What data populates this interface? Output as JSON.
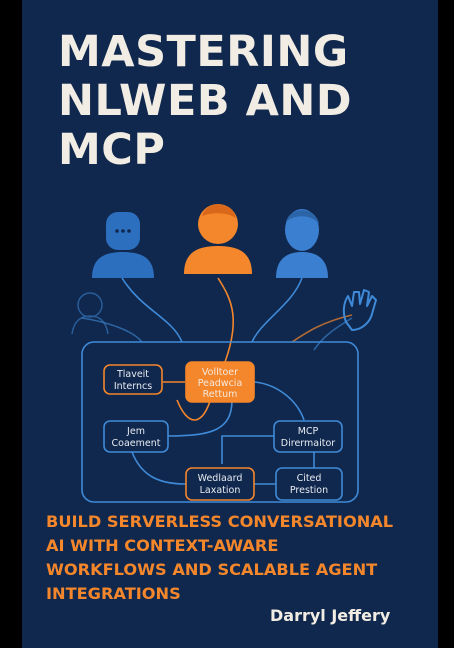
{
  "title_lines": [
    "MASTERING",
    "NLWEB AND",
    "MCP"
  ],
  "subtitle_lines": [
    "BUILD SERVERLESS CONVERSATIONAL",
    "AI WITH CONTEXT-AWARE",
    "WORKFLOWS AND SCALABLE AGENT",
    "INTEGRATIONS"
  ],
  "author": "Darryl Jeffery",
  "nodes": {
    "n1": [
      "Tlaveit",
      "Interncs"
    ],
    "n2": [
      "Volltoer",
      "Peadwcia",
      "Rettum"
    ],
    "n3": [
      "Jem",
      "Coaement"
    ],
    "n4": [
      "MCP",
      "Dirermaitor"
    ],
    "n5": [
      "Wedlaard",
      "Laxation"
    ],
    "n6": [
      "Cited",
      "Prestion"
    ]
  },
  "colors": {
    "background": "#10284d",
    "accent_orange": "#f4862b",
    "node_blue": "#3f8ad8",
    "title_text": "#f2ede4"
  },
  "icons": [
    "person-icon",
    "highlighted-person-icon",
    "waving-hand-icon"
  ]
}
